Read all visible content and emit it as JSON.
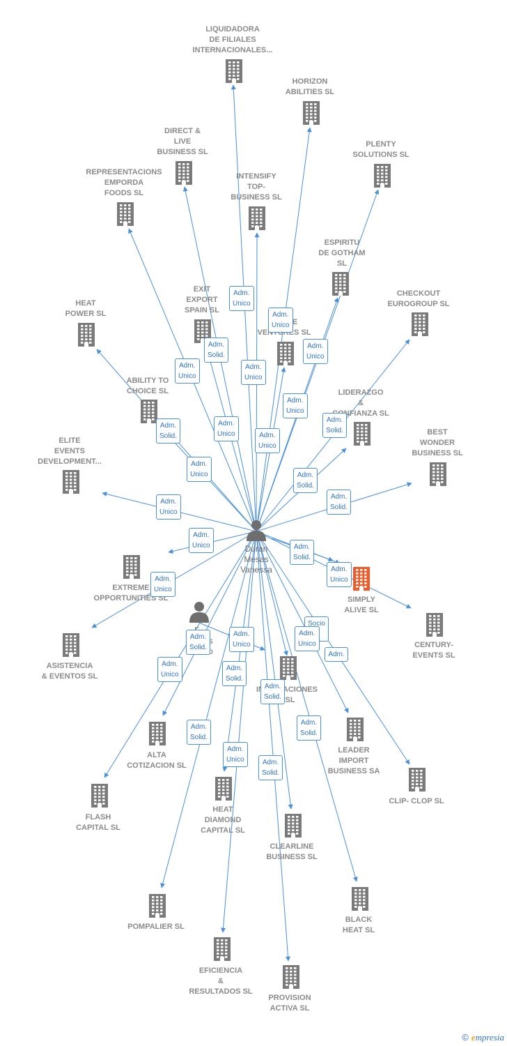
{
  "colors": {
    "edge": "#4a90d9",
    "building": "#7a7a7a",
    "main_building": "#f05a28",
    "person": "#6e6e6e",
    "label": "#8a8a8a",
    "rel_text": "#2f73c4"
  },
  "center": {
    "name": "Duran\nMesas\nVanessa",
    "icon": "person-icon"
  },
  "second_person": {
    "name": "F...\nDia... s\n...berto",
    "icon": "person-icon"
  },
  "companies": [
    {
      "id": "liquidadora",
      "name": "LIQUIDADORA\nDE FILIALES\nINTERNACIONALES..."
    },
    {
      "id": "horizon",
      "name": "HORIZON\nABILITIES SL"
    },
    {
      "id": "direct",
      "name": "DIRECT &\nLIVE\nBUSINESS SL"
    },
    {
      "id": "plenty",
      "name": "PLENTY\nSOLUTIONS SL"
    },
    {
      "id": "representacions",
      "name": "REPRESENTACIONS\nEMPORDA\nFOODS  SL"
    },
    {
      "id": "intensify",
      "name": "INTENSIFY\nTOP-\nBUSINESS SL"
    },
    {
      "id": "espiritu",
      "name": "ESPIRITU\nDE GOTHAM\nSL"
    },
    {
      "id": "checkout",
      "name": "CHECKOUT\nEUROGROUP SL"
    },
    {
      "id": "heatpower",
      "name": "HEAT\nPOWER SL"
    },
    {
      "id": "exit",
      "name": "EXIT\nEXPORT\nSPAIN SL"
    },
    {
      "id": "ventures",
      "name": "I...  ...TE\nVENTURES SL"
    },
    {
      "id": "ability",
      "name": "ABILITY TO\nCHOICE SL"
    },
    {
      "id": "liderazgo",
      "name": "LIDERAZGO\n&\nCONFIANZA SL"
    },
    {
      "id": "bestwonder",
      "name": "BEST\nWONDER\nBUSINESS SL"
    },
    {
      "id": "elite",
      "name": "ELITE\nEVENTS\nDEVELOPMENT..."
    },
    {
      "id": "extreme",
      "name": "EXTREME\nOPPORTUNITIES SL"
    },
    {
      "id": "simply",
      "name": "SIMPLY\nALIVE  SL"
    },
    {
      "id": "century",
      "name": "CENTURY-\nEVENTS  SL"
    },
    {
      "id": "asistencia",
      "name": "ASISTENCIA\n& EVENTOS  SL"
    },
    {
      "id": "inter",
      "name": "INT...   ...ACIONES\n...SL"
    },
    {
      "id": "leader",
      "name": "LEADER\nIMPORT\nBUSINESS SA"
    },
    {
      "id": "alta",
      "name": "ALTA\nCOTIZACION SL"
    },
    {
      "id": "clipclop",
      "name": "CLIP- CLOP SL"
    },
    {
      "id": "flash",
      "name": "FLASH\nCAPITAL SL"
    },
    {
      "id": "heatdiamond",
      "name": "HEAT\nDIAMOND\nCAPITAL SL"
    },
    {
      "id": "clearline",
      "name": "CLEARLINE\nBUSINESS SL"
    },
    {
      "id": "pompalier",
      "name": "POMPALIER SL"
    },
    {
      "id": "black",
      "name": "BLACK\nHEAT SL"
    },
    {
      "id": "eficiencia",
      "name": "EFICIENCIA\n&\nRESULTADOS SL"
    },
    {
      "id": "provision",
      "name": "PROVISION\nACTIVA SL"
    }
  ],
  "relations": [
    {
      "label": "Adm.\nUnico"
    },
    {
      "label": "Adm.\nUnico"
    },
    {
      "label": "Adm.\nUnico"
    },
    {
      "label": "Adm.\nSolid."
    },
    {
      "label": "Adm.\nUnico"
    },
    {
      "label": "Adm.\nUnico"
    },
    {
      "label": "Adm.\nUnico"
    },
    {
      "label": "Adm.\nSolid."
    },
    {
      "label": "Adm.\nUnico"
    },
    {
      "label": "Adm.\nUnico"
    },
    {
      "label": "Adm.\nSolid."
    },
    {
      "label": "Adm.\nUnico"
    },
    {
      "label": "Adm.\nSolid."
    },
    {
      "label": "Adm.\nUnico"
    },
    {
      "label": "Adm.\nSolid."
    },
    {
      "label": "Adm.\nUnico"
    },
    {
      "label": "Adm.\nSolid."
    },
    {
      "label": "Adm.\nUnico"
    },
    {
      "label": "Adm.\nUnico"
    },
    {
      "label": "Adm.\nUnico"
    },
    {
      "label": "Socio\n..."
    },
    {
      "label": "Adm.\nUnico"
    },
    {
      "label": "Adm."
    },
    {
      "label": "Adm.\nSolid."
    },
    {
      "label": "Adm.\nUnico"
    },
    {
      "label": "Adm.\nSolid."
    },
    {
      "label": "Adm.\nSolid."
    },
    {
      "label": "Adm.\nSolid."
    },
    {
      "label": "Adm.\nSolid."
    },
    {
      "label": "Adm.\nUnico"
    },
    {
      "label": "Adm.\nSolid."
    },
    {
      "label": "Adm.\nSolid."
    }
  ],
  "footer": {
    "copyright": "©",
    "brand_first": "e",
    "brand_rest": "mpresia"
  }
}
